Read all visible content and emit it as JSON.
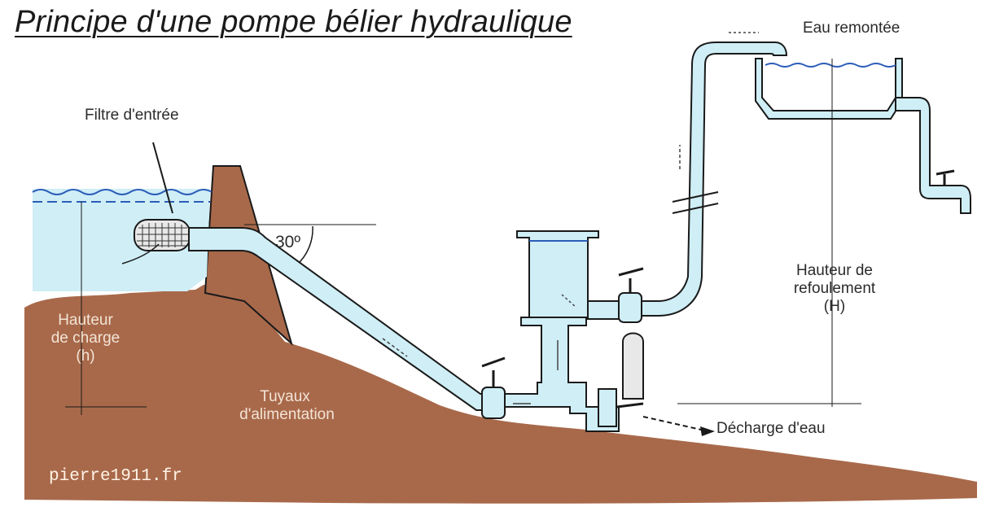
{
  "title": "Principe d'une pompe bélier hydraulique",
  "labels": {
    "filtre": "Filtre d'entrée",
    "angle": "30º",
    "hauteur_charge_1": "Hauteur",
    "hauteur_charge_2": "de charge",
    "hauteur_charge_3": "(h)",
    "tuyaux_1": "Tuyaux",
    "tuyaux_2": "d'alimentation",
    "eau_remontee": "Eau remontée",
    "hauteur_refoulement_1": "Hauteur de",
    "hauteur_refoulement_2": "refoulement",
    "hauteur_refoulement_3": "(H)",
    "decharge": "Décharge d'eau",
    "watermark": "pierre1911.fr"
  },
  "colors": {
    "water": "#cfeef6",
    "water_line": "#2c5db8",
    "earth": "#a8694a",
    "outline": "#1a1a1a"
  }
}
